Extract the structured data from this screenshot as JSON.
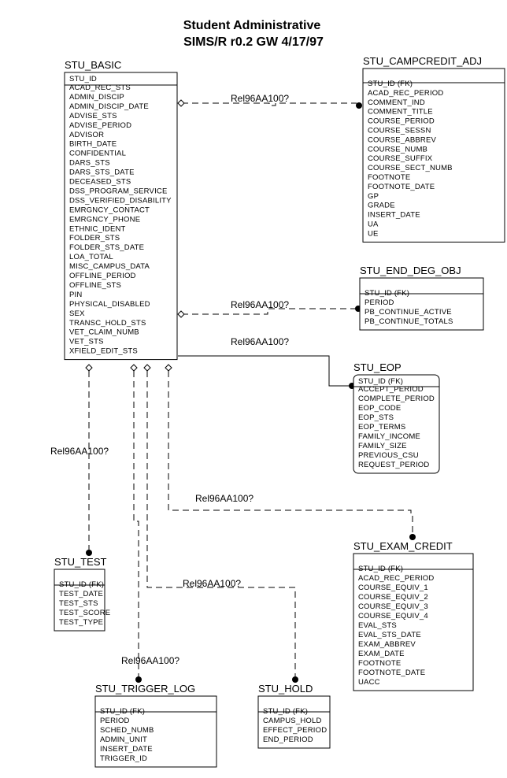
{
  "title": {
    "line1": "Student Administrative",
    "line2": "SIMS/R r0.2  GW 4/17/97"
  },
  "entities": {
    "stu_basic": {
      "name": "STU_BASIC",
      "keys": [
        "STU_ID"
      ],
      "attrs": [
        "ACAD_REC_STS",
        "ADMIN_DISCIP",
        "ADMIN_DISCIP_DATE",
        "ADVISE_STS",
        "ADVISE_PERIOD",
        "ADVISOR",
        "BIRTH_DATE",
        "CONFIDENTIAL",
        "DARS_STS",
        "DARS_STS_DATE",
        "DECEASED_STS",
        "DSS_PROGRAM_SERVICE",
        "DSS_VERIFIED_DISABILITY",
        "EMRGNCY_CONTACT",
        "EMRGNCY_PHONE",
        "ETHNIC_IDENT",
        "FOLDER_STS",
        "FOLDER_STS_DATE",
        "LOA_TOTAL",
        "MISC_CAMPUS_DATA",
        "OFFLINE_PERIOD",
        "OFFLINE_STS",
        "PIN",
        "PHYSICAL_DISABLED",
        "SEX",
        "TRANSC_HOLD_STS",
        "VET_CLAIM_NUMB",
        "VET_STS",
        "XFIELD_EDIT_STS"
      ]
    },
    "stu_campcredit_adj": {
      "name": "STU_CAMPCREDIT_ADJ",
      "keys": [],
      "attrs": [
        "STU_ID (FK)",
        "ACAD_REC_PERIOD",
        "COMMENT_IND",
        "COMMENT_TITLE",
        "COURSE_PERIOD",
        "COURSE_SESSN",
        "COURSE_ABBREV",
        "COURSE_NUMB",
        "COURSE_SUFFIX",
        "COURSE_SECT_NUMB",
        "FOOTNOTE",
        "FOOTNOTE_DATE",
        "GP",
        "GRADE",
        "INSERT_DATE",
        "UA",
        "UE"
      ]
    },
    "stu_end_deg_obj": {
      "name": "STU_END_DEG_OBJ",
      "keys": [],
      "attrs": [
        "STU_ID (FK)",
        "PERIOD",
        "PB_CONTINUE_ACTIVE",
        "PB_CONTINUE_TOTALS"
      ]
    },
    "stu_eop": {
      "name": "STU_EOP",
      "keys": [
        "STU_ID (FK)"
      ],
      "attrs": [
        "ACCEPT_PERIOD",
        "COMPLETE_PERIOD",
        "EOP_CODE",
        "EOP_STS",
        "EOP_TERMS",
        "FAMILY_INCOME",
        "FAMILY_SIZE",
        "PREVIOUS_CSU",
        "REQUEST_PERIOD"
      ]
    },
    "stu_exam_credit": {
      "name": "STU_EXAM_CREDIT",
      "keys": [],
      "attrs": [
        "STU_ID (FK)",
        "ACAD_REC_PERIOD",
        "COURSE_EQUIV_1",
        "COURSE_EQUIV_2",
        "COURSE_EQUIV_3",
        "COURSE_EQUIV_4",
        "EVAL_STS",
        "EVAL_STS_DATE",
        "EXAM_ABBREV",
        "EXAM_DATE",
        "FOOTNOTE",
        "FOOTNOTE_DATE",
        "UACC"
      ]
    },
    "stu_test": {
      "name": "STU_TEST",
      "keys": [],
      "attrs": [
        "STU_ID (FK)",
        "TEST_DATE",
        "TEST_STS",
        "TEST_SCORE",
        "TEST_TYPE"
      ]
    },
    "stu_trigger_log": {
      "name": "STU_TRIGGER_LOG",
      "keys": [],
      "attrs": [
        "STU_ID (FK)",
        "PERIOD",
        "SCHED_NUMB",
        "ADMIN_UNIT",
        "INSERT_DATE",
        "TRIGGER_ID"
      ]
    },
    "stu_hold": {
      "name": "STU_HOLD",
      "keys": [],
      "attrs": [
        "STU_ID (FK)",
        "CAMPUS_HOLD",
        "EFFECT_PERIOD",
        "END_PERIOD"
      ]
    }
  },
  "relationships": [
    {
      "label": "Rel96AA100?",
      "from": "STU_BASIC",
      "to": "STU_CAMPCREDIT_ADJ",
      "style": "non-identifying"
    },
    {
      "label": "Rel96AA100?",
      "from": "STU_BASIC",
      "to": "STU_END_DEG_OBJ",
      "style": "non-identifying"
    },
    {
      "label": "Rel96AA100?",
      "from": "STU_BASIC",
      "to": "STU_EOP",
      "style": "identifying"
    },
    {
      "label": "Rel96AA100?",
      "from": "STU_BASIC",
      "to": "STU_EXAM_CREDIT",
      "style": "non-identifying"
    },
    {
      "label": "Rel96AA100?",
      "from": "STU_BASIC",
      "to": "STU_TEST",
      "style": "non-identifying"
    },
    {
      "label": "Rel96AA100?",
      "from": "STU_BASIC",
      "to": "STU_HOLD",
      "style": "non-identifying"
    },
    {
      "label": "Rel96AA100?",
      "from": "STU_BASIC",
      "to": "STU_TRIGGER_LOG",
      "style": "non-identifying"
    }
  ]
}
